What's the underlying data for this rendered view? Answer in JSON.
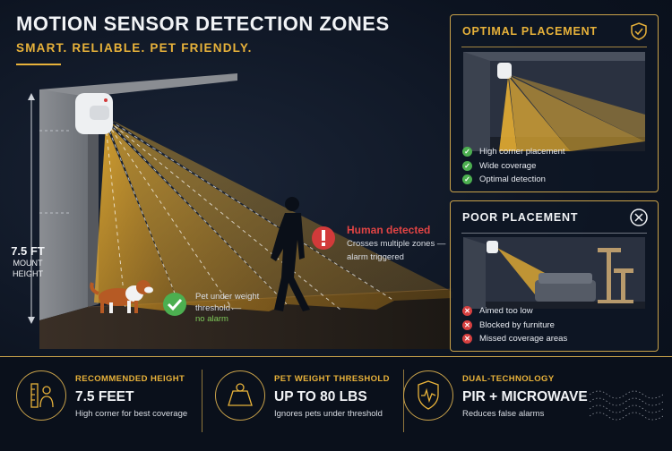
{
  "title": "MOTION SENSOR DETECTION ZONES",
  "subtitle": "SMART. RELIABLE. PET FRIENDLY.",
  "mount": {
    "height": "7.5 FT",
    "line1": "MOUNT",
    "line2": "HEIGHT"
  },
  "human_callout": {
    "heading": "Human detected",
    "line1": "Crosses multiple zones —",
    "line2": "alarm triggered"
  },
  "pet_callout": {
    "line1": "Pet under weight",
    "line2": "threshold —",
    "line3": "no alarm"
  },
  "optimal": {
    "title": "OPTIMAL PLACEMENT",
    "items": [
      "High corner placement",
      "Wide coverage",
      "Optimal detection"
    ]
  },
  "poor": {
    "title": "POOR PLACEMENT",
    "items": [
      "Aimed too low",
      "Blocked by furniture",
      "Missed coverage areas"
    ]
  },
  "stats": [
    {
      "label": "RECOMMENDED HEIGHT",
      "value": "7.5 FEET",
      "desc": "High corner for best coverage",
      "icon": "ruler-person-icon"
    },
    {
      "label": "PET WEIGHT THRESHOLD",
      "value": "UP TO 80 LBS",
      "desc": "Ignores pets under threshold",
      "icon": "weight-icon"
    },
    {
      "label": "DUAL-TECHNOLOGY",
      "value": "PIR + MICROWAVE",
      "desc": "Reduces false alarms",
      "icon": "shield-pulse-icon"
    }
  ],
  "colors": {
    "accent": "#e8b23a",
    "alert": "#e24444",
    "ok": "#4caf50",
    "background": "#0b1220"
  }
}
